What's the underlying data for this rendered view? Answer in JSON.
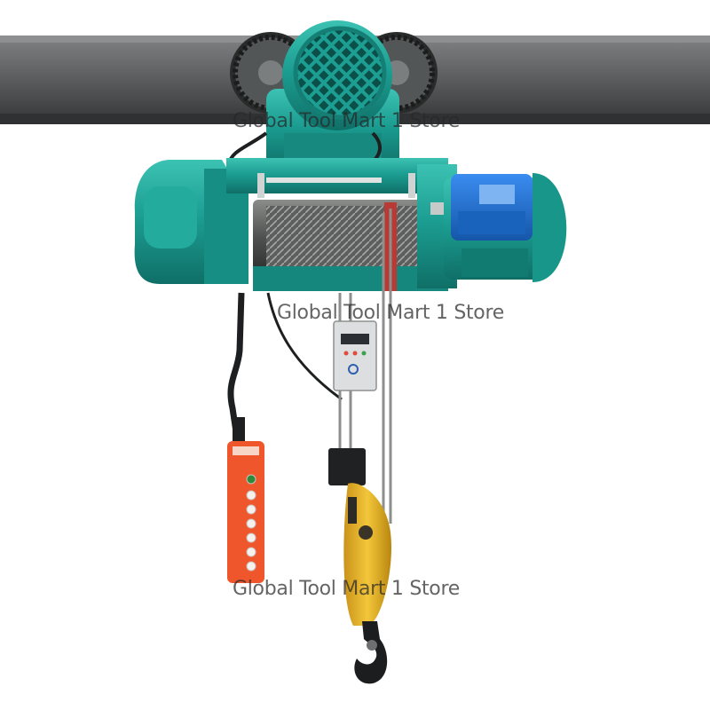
{
  "image": {
    "subject": "Electric wire rope hoist on an I-beam trolley",
    "background_color": "#ffffff"
  },
  "watermarks": [
    {
      "text": "Global Tool Mart 1 Store"
    },
    {
      "text": "Global Tool Mart 1 Store"
    },
    {
      "text": "Global Tool Mart 1 Store"
    }
  ],
  "colors": {
    "beam": "#5b5d5f",
    "hoist_body": "#1c9e92",
    "motor_box": "#1f6fd1",
    "pendant": "#f0562c",
    "hook": "#e7b526",
    "cable": "#1d1f20"
  },
  "icons": [
    "gear-icon",
    "fan-icon",
    "hook-icon",
    "button-icon"
  ]
}
